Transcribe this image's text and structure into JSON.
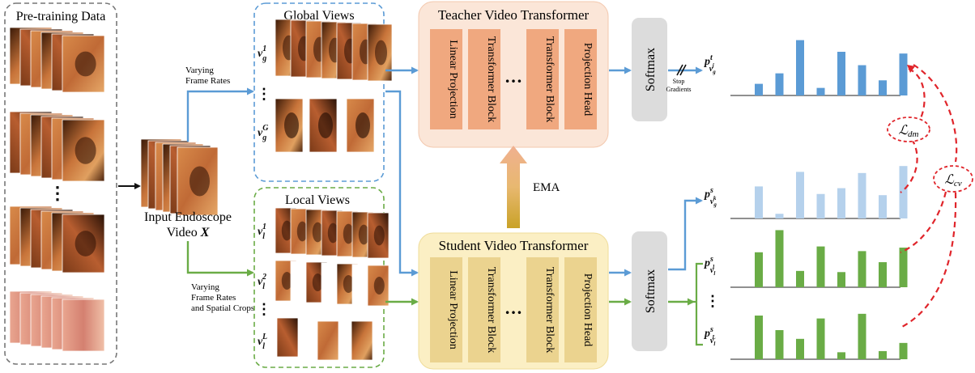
{
  "pretraining": {
    "title": "Pre-training Data"
  },
  "input_video": {
    "line1": "Input Endoscope",
    "line2": "Video",
    "symbol": "X"
  },
  "global_views": {
    "title": "Global Views",
    "v_top": "v",
    "v_top_sub": "g",
    "v_top_sup": "1",
    "v_bot": "v",
    "v_bot_sub": "g",
    "v_bot_sup": "G"
  },
  "local_views": {
    "title": "Local Views",
    "v1": "v",
    "v1_sub": "l",
    "v1_sup": "1",
    "v2": "v",
    "v2_sub": "l",
    "v2_sup": "2",
    "vL": "v",
    "vL_sub": "l",
    "vL_sup": "L"
  },
  "arrows": {
    "global_label_1": "Varying",
    "global_label_2": "Frame Rates",
    "local_label_1": "Varying",
    "local_label_2": "Frame Rates",
    "local_label_3": "and Spatial Crops",
    "ema": "EMA",
    "stop_1": "Stop",
    "stop_2": "Gradients"
  },
  "teacher": {
    "title": "Teacher Video Transformer",
    "blocks": [
      "Linear Projection",
      "Transformer Block",
      "Transformer Block",
      "Projection Head"
    ],
    "ellipsis": "…"
  },
  "student": {
    "title": "Student Video Transformer",
    "blocks": [
      "Linear Projection",
      "Transformer Block",
      "Transformer Block",
      "Projection Head"
    ],
    "ellipsis": "…"
  },
  "softmax_label": "Softmax",
  "outputs": {
    "teacher_p": "p",
    "teacher_sup": "t",
    "teacher_sub": "v",
    "teacher_subsub": "g",
    "teacher_subsup": "j",
    "student_global_p": "p",
    "student_global_sup": "s",
    "student_global_sub": "v",
    "student_global_subsub": "g",
    "student_global_subsup": "k",
    "student_l1_p": "p",
    "student_l1_sup": "s",
    "student_l1_sub": "v",
    "student_l1_subsub": "l",
    "student_l1_subsup": "1",
    "student_lL_p": "p",
    "student_lL_sup": "s",
    "student_lL_sub": "v",
    "student_lL_subsub": "l",
    "student_lL_subsup": "L"
  },
  "losses": {
    "dm": "ℒ",
    "dm_sub": "dm",
    "cv": "ℒ",
    "cv_sub": "cv"
  },
  "colors": {
    "teacher_bg": "#fbe6d8",
    "teacher_block": "#f0a87f",
    "student_bg": "#fbefc4",
    "student_block": "#ebd38f",
    "softmax": "#dcdcdc",
    "blue": "#5b9bd5",
    "light_blue": "#b5d1ec",
    "green": "#6aac46",
    "red": "#e0252b",
    "dashed_gray": "#777777",
    "dashed_blue": "#5b9bd5",
    "dashed_green": "#6aac46"
  },
  "chart_data": [
    {
      "type": "bar",
      "name_ref": "teacher",
      "values": [
        0.2,
        0.38,
        0.95,
        0.13,
        0.75,
        0.52,
        0.26,
        0.72
      ]
    },
    {
      "type": "bar",
      "name_ref": "student_global",
      "values": [
        0.55,
        0.08,
        0.8,
        0.42,
        0.52,
        0.78,
        0.4,
        0.9
      ]
    },
    {
      "type": "bar",
      "name_ref": "student_l1",
      "values": [
        0.6,
        0.98,
        0.28,
        0.7,
        0.26,
        0.62,
        0.43,
        0.68
      ]
    },
    {
      "type": "bar",
      "name_ref": "student_lL",
      "values": [
        0.75,
        0.5,
        0.35,
        0.7,
        0.12,
        0.78,
        0.14,
        0.28
      ]
    }
  ]
}
